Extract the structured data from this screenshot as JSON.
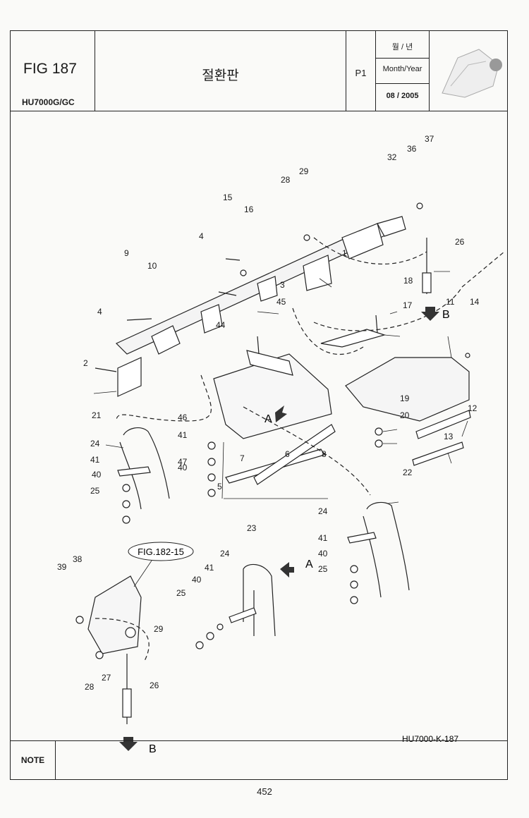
{
  "header": {
    "fig": "FIG 187",
    "model": "HU7000G/GC",
    "title_ko": "절환판",
    "page": "P1",
    "date_label_ko": "월 / 년",
    "date_label_en": "Month/Year",
    "date_value": "08 / 2005"
  },
  "diagram": {
    "ref_code": "HU7000-K-187",
    "fig_ref": "FIG.182-15",
    "arrow_a": "A",
    "arrow_b": "B",
    "callouts": [
      "1",
      "2",
      "3",
      "4",
      "4",
      "5",
      "6",
      "7",
      "8",
      "9",
      "10",
      "11",
      "12",
      "13",
      "14",
      "15",
      "16",
      "17",
      "18",
      "19",
      "20",
      "21",
      "22",
      "23",
      "24",
      "24",
      "24",
      "25",
      "25",
      "25",
      "26",
      "26",
      "27",
      "28",
      "28",
      "29",
      "29",
      "32",
      "36",
      "37",
      "38",
      "39",
      "40",
      "40",
      "40",
      "40",
      "41",
      "41",
      "41",
      "41",
      "44",
      "45",
      "46",
      "47"
    ]
  },
  "note": {
    "label": "NOTE"
  },
  "page_number": "452"
}
